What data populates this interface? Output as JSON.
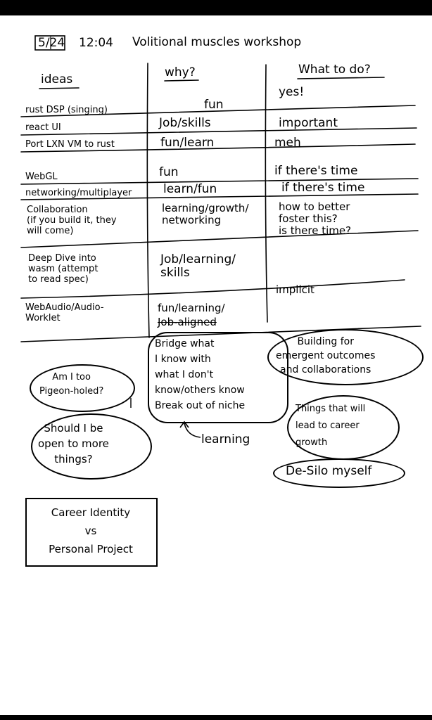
{
  "header": {
    "date": "5/24",
    "time": "12:04",
    "title": "Volitional muscles workshop"
  },
  "columns": {
    "ideas": "ideas",
    "why": "why?",
    "what_to_do": "What to do?"
  },
  "rows": [
    {
      "idea": "rust DSP (singing)",
      "why": "fun",
      "what": "yes!"
    },
    {
      "idea": "react UI",
      "why": "Job/skills",
      "what": "important"
    },
    {
      "idea": "Port LXN VM to rust",
      "why": "fun/learn",
      "what": "meh"
    },
    {
      "idea": "WebGL",
      "why": "fun",
      "what": "if there's time"
    },
    {
      "idea": "networking/multiplayer",
      "why": "learn/fun",
      "what": "if there's time"
    },
    {
      "idea": "Collaboration\n(if you build it, they\nwill come)",
      "why": "learning/growth/\nnetworking",
      "what": "how to better\nfoster this?\nis there time?"
    },
    {
      "idea": "Deep Dive into\nwasm (attempt\nto read spec)",
      "why": "Job/learning/\nskills",
      "what": "implicit"
    },
    {
      "idea": "WebAudio/Audio-\nWorklet",
      "why": "fun/learning/",
      "why_struck": "Job-aligned",
      "what": ""
    }
  ],
  "notes": {
    "pigeon": "Am I too\nPigeon-holed?",
    "open": "Should I be\nopen to more\nthings?",
    "bridge": "Bridge what\nI know with\nwhat I don't\nknow/others know\nBreak out of niche",
    "learning": "learning",
    "emergent": "Building for\nemergent outcomes\nand collaborations",
    "career": "Things that will\nlead to career\ngrowth",
    "desilo": "De-Silo myself",
    "identity": "Career Identity\nvs\nPersonal Project"
  }
}
